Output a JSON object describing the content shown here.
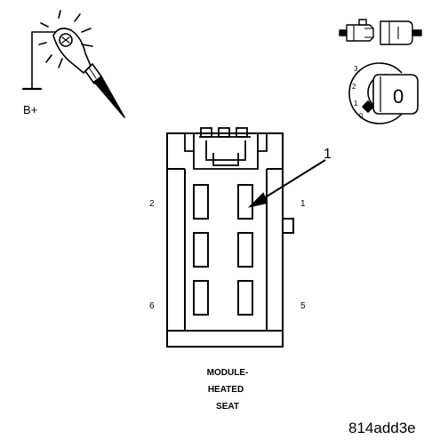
{
  "probe": {
    "label": "B+"
  },
  "ignition": {
    "positions": [
      "3",
      "2",
      "1",
      "0"
    ],
    "key_label": "0"
  },
  "connector": {
    "callout": "1",
    "pins": {
      "top_left": "2",
      "top_right": "1",
      "bottom_left": "6",
      "bottom_right": "5"
    },
    "caption": [
      "MODULE-",
      "HEATED",
      "SEAT"
    ]
  },
  "figure_id": "814add3e"
}
